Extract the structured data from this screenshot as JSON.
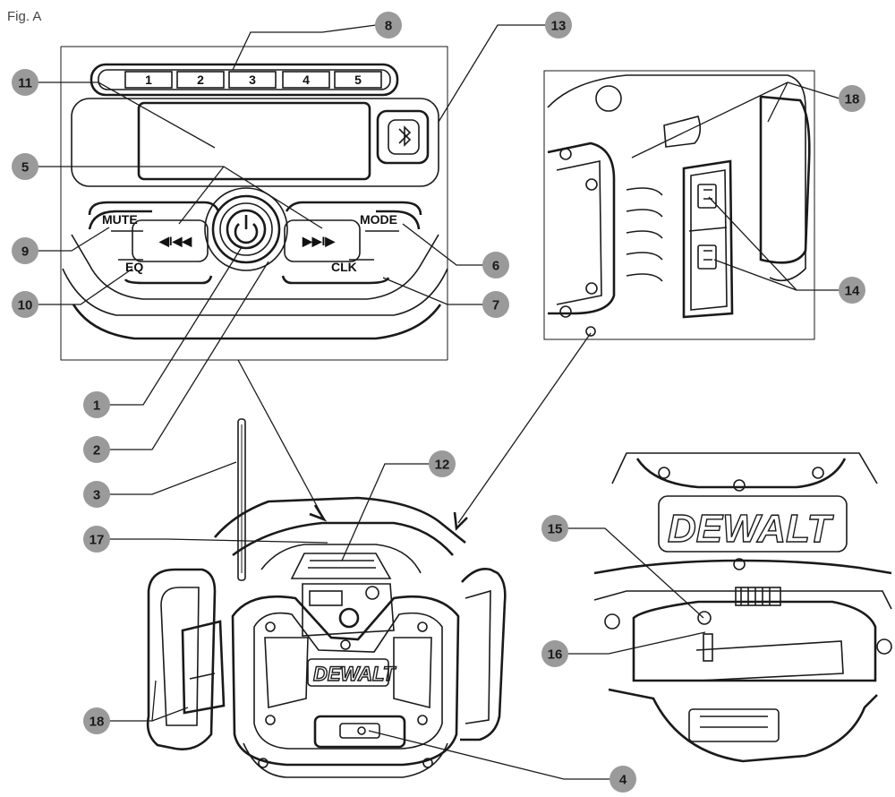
{
  "figure": {
    "label": "Fig. A"
  },
  "panel": {
    "presets": [
      "1",
      "2",
      "3",
      "4",
      "5"
    ],
    "buttons": {
      "mute": "MUTE",
      "mode": "MODE",
      "eq": "EQ",
      "clk": "CLK"
    },
    "prev_symbol": "◀I◀◀",
    "next_symbol": "▶▶I▶",
    "bluetooth_icon": "bluetooth-icon",
    "power_icon": "power-icon"
  },
  "brand": {
    "text": "DEWALT"
  },
  "callouts": [
    "1",
    "2",
    "3",
    "4",
    "5",
    "6",
    "7",
    "8",
    "9",
    "10",
    "11",
    "12",
    "13",
    "14",
    "15",
    "16",
    "17",
    "18"
  ]
}
